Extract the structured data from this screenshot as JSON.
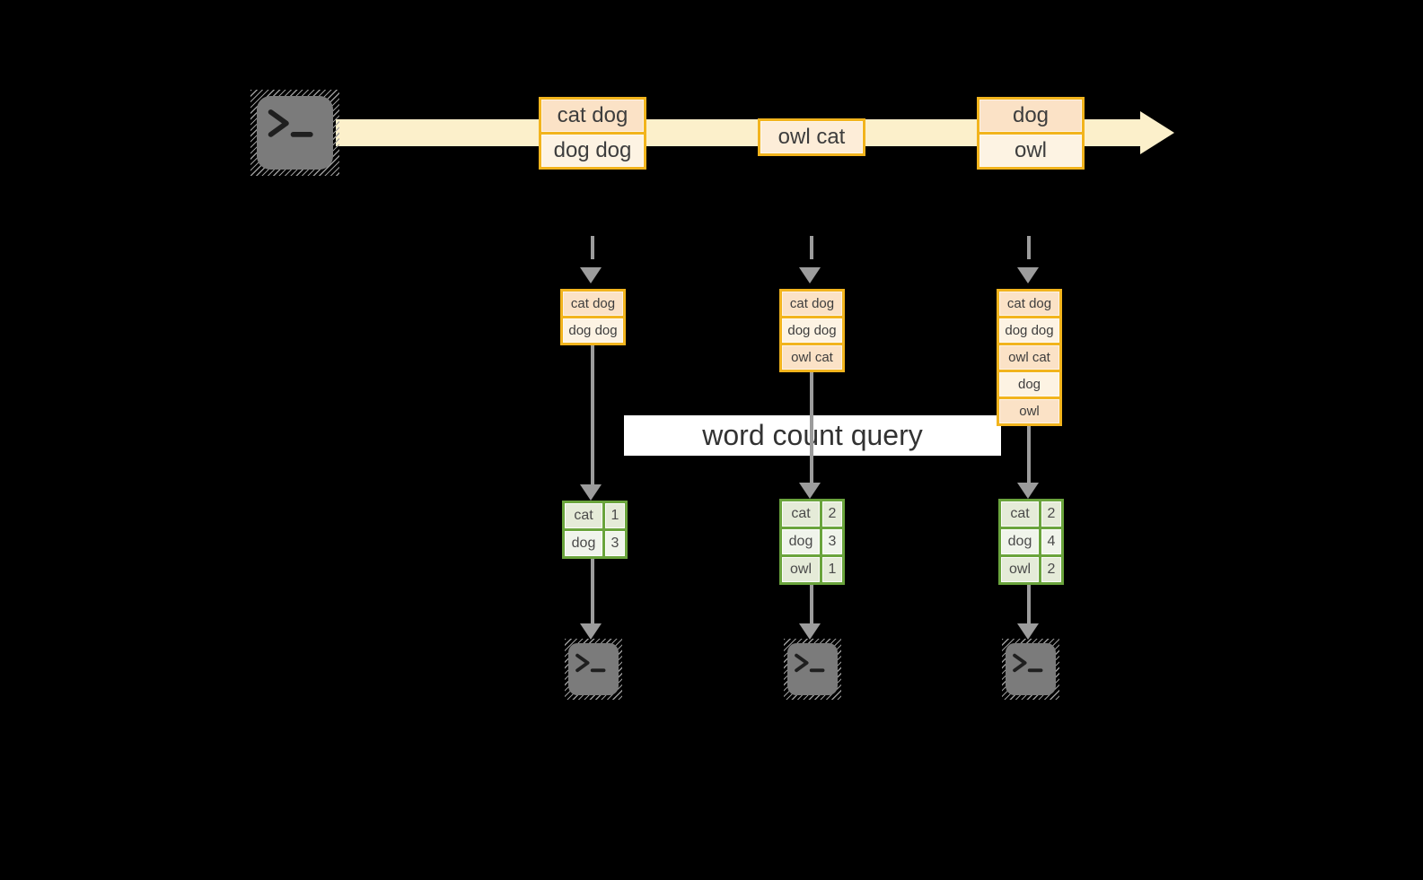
{
  "query_label": "word count query",
  "stream_messages": [
    [
      "cat dog",
      "dog dog"
    ],
    [
      "owl cat"
    ],
    [
      "dog",
      "owl"
    ]
  ],
  "buffers": [
    [
      "cat dog",
      "dog dog"
    ],
    [
      "cat dog",
      "dog dog",
      "owl cat"
    ],
    [
      "cat dog",
      "dog dog",
      "owl cat",
      "dog",
      "owl"
    ]
  ],
  "count_tables": [
    {
      "rows": [
        [
          "cat",
          "1"
        ],
        [
          "dog",
          "3"
        ]
      ]
    },
    {
      "rows": [
        [
          "cat",
          "2"
        ],
        [
          "dog",
          "3"
        ],
        [
          "owl",
          "1"
        ]
      ]
    },
    {
      "rows": [
        [
          "cat",
          "2"
        ],
        [
          "dog",
          "4"
        ],
        [
          "owl",
          "2"
        ]
      ]
    }
  ],
  "icons": {
    "source": "terminal-icon",
    "consumer": "terminal-icon"
  },
  "colors": {
    "background": "#000000",
    "stream_band": "#fcf0cb",
    "amber_border": "#f2b41d",
    "peach_fill": "#fbe2c6",
    "cream_fill": "#fdf3e3",
    "pale_peach_fill": "#fdedd8",
    "green_border": "#6aa43c",
    "green_fill_a": "#e5ebd8",
    "green_fill_b": "#f0f4eb",
    "arrow_gray": "#9c9c9c",
    "terminal_gray": "#7b7b7b",
    "banner_bg": "#ffffff",
    "text": "#3d3d3d"
  }
}
